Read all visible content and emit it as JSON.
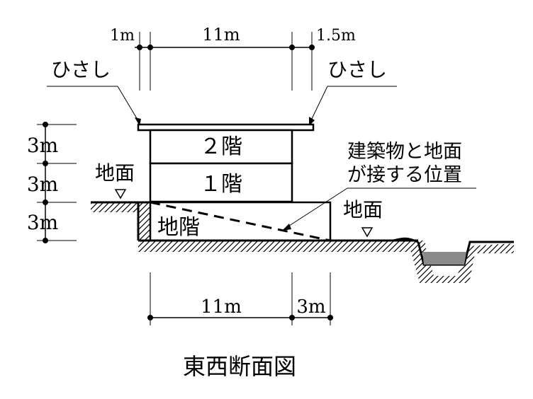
{
  "diagram": {
    "caption": "東西断面図",
    "labels": {
      "hisashi_left": "ひさし",
      "hisashi_right": "ひさし",
      "floor2": "２階",
      "floor1": "１階",
      "basement": "地階",
      "ground_left": "地面",
      "ground_right": "地面",
      "contact_line_1": "建築物と地面",
      "contact_line_2": "が接する位置"
    },
    "dimensions": {
      "top_left_eave": "1m",
      "top_width": "11m",
      "top_right_eave": "1.5m",
      "bottom_width": "11m",
      "bottom_extra": "3m",
      "height_2f": "3m",
      "height_1f": "3m",
      "height_b1": "3m"
    },
    "colors": {
      "line": "#000000",
      "water": "#8a8a8a"
    }
  }
}
